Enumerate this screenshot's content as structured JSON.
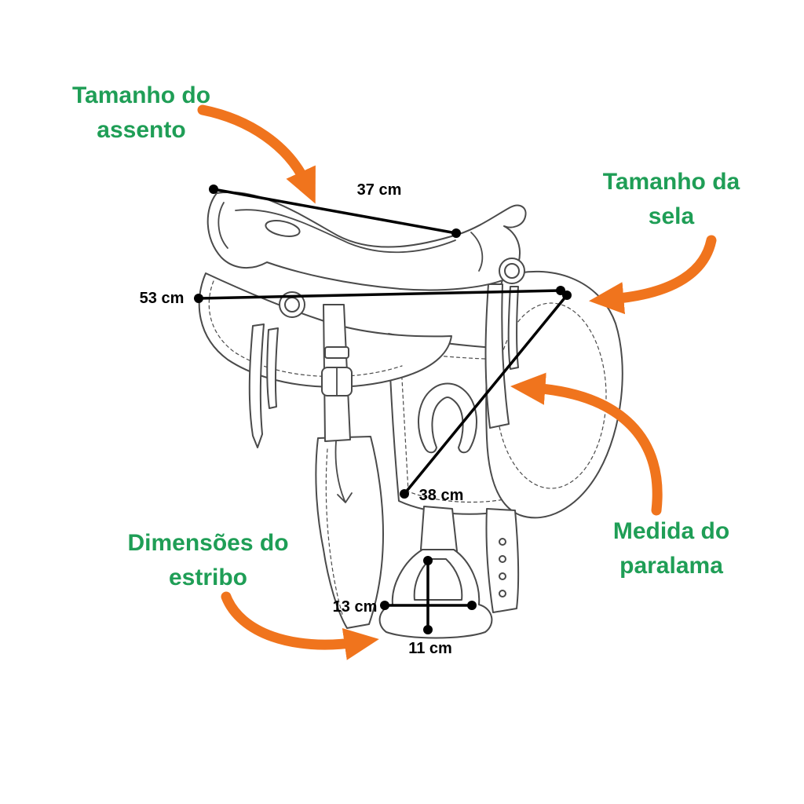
{
  "title": "Saddle measurements diagram",
  "colors": {
    "background": "#ffffff",
    "label_green": "#1f9e56",
    "arrow_orange": "#f0741d",
    "measure_black": "#000000",
    "sketch_gray": "#4a4a4a"
  },
  "labels": {
    "seat": {
      "line1": "Tamanho do",
      "line2": "assento"
    },
    "saddle": {
      "line1": "Tamanho da",
      "line2": "sela"
    },
    "fender": {
      "line1": "Medida do",
      "line2": "paralama"
    },
    "stirrup": {
      "line1": "Dimensões do",
      "line2": "estribo"
    }
  },
  "measurements": {
    "seat_width": "37 cm",
    "saddle_length": "53 cm",
    "fender_length": "38 cm",
    "stirrup_height": "13 cm",
    "stirrup_width": "11 cm"
  }
}
